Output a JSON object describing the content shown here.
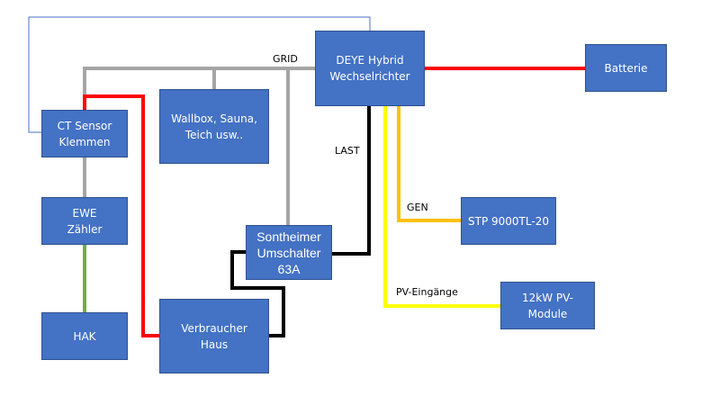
{
  "diagram": {
    "nodes": {
      "inverter": "DEYE Hybrid\nWechselrichter",
      "battery": "Batterie",
      "ct_sensor": "CT Sensor\nKlemmen",
      "wallbox": "Wallbox, Sauna,\nTeich usw..",
      "meter": "EWE\nZähler",
      "hak": "HAK",
      "switch": "Sontheimer\nUmschalter\n63A",
      "house": "Verbraucher\nHaus",
      "stp": "STP 9000TL-20",
      "pv": "12kW PV-\nModule"
    },
    "labels": {
      "grid": "GRID",
      "last": "LAST",
      "gen": "GEN",
      "pv_inputs": "PV-Eingänge"
    },
    "colors": {
      "box_fill": "#4472c4",
      "box_border": "#2f528f",
      "grid": "#a5a5a5",
      "battery": "#ff0000",
      "house_feed": "#ff0000",
      "load": "#000000",
      "gen": "#ffc000",
      "pv": "#ffff00",
      "meter_hak": "#70ad47",
      "ct_signal": "#4472c4"
    }
  }
}
